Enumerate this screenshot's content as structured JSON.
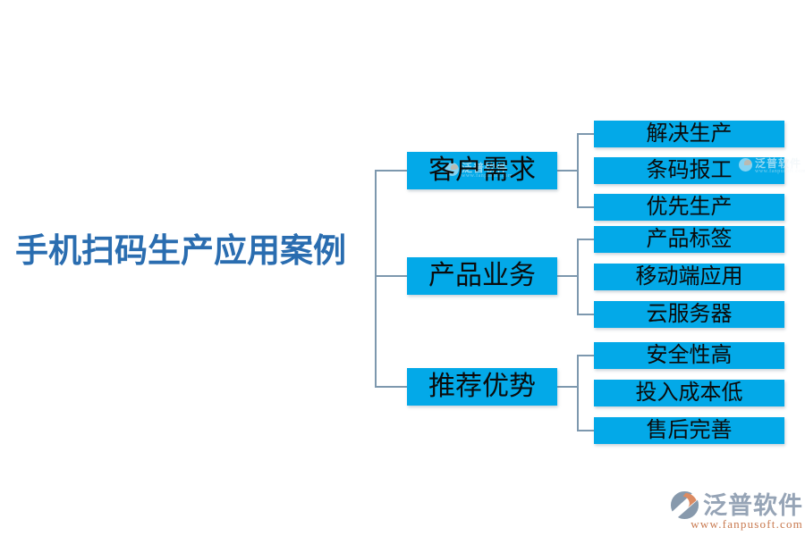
{
  "title": "手机扫码生产应用案例",
  "tree": {
    "branches": [
      {
        "label": "客户需求",
        "children": [
          "解决生产",
          "条码报工",
          "优先生产"
        ]
      },
      {
        "label": "产品业务",
        "children": [
          "产品标签",
          "移动端应用",
          "云服务器"
        ]
      },
      {
        "label": "推荐优势",
        "children": [
          "安全性高",
          "投入成本低",
          "售后完善"
        ]
      }
    ]
  },
  "watermark": {
    "icon": "fanpu-circle-icon",
    "text": "泛普软件",
    "subtext": "www.fanpusoft.com"
  },
  "footer_logo": {
    "icon": "fanpu-circle-icon",
    "name": "泛普软件",
    "url": "www.fanpusoft.com"
  },
  "colors": {
    "node_fill": "#03A9E8",
    "connector": "#7D98AE",
    "title_text": "#2A6DB0",
    "node_text": "#0B0B0B",
    "logo_text": "#96A4B6",
    "logo_url_text": "#C8794F",
    "logo_icon_gray": "#8799AC",
    "logo_icon_orange": "#DC8B62"
  }
}
